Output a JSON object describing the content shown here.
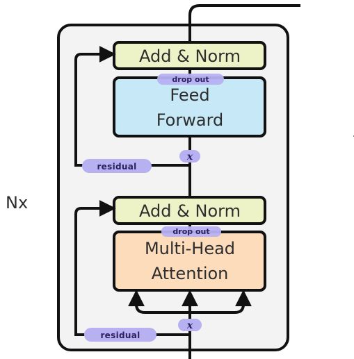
{
  "repeat_label": "Nx",
  "blocks": {
    "add_norm_top": "Add & Norm",
    "feed_forward": [
      "Feed",
      "Forward"
    ],
    "add_norm_bottom": "Add & Norm",
    "multi_head_attention": [
      "Multi-Head",
      "Attention"
    ]
  },
  "annotations": {
    "dropout_top": "drop out",
    "dropout_bottom": "drop out",
    "residual_top": "residual",
    "residual_bottom": "residual",
    "x_top": "x",
    "x_bottom": "x"
  },
  "colors": {
    "add_norm_fill": "#eef3c7",
    "feed_forward_fill": "#c7e9f7",
    "attention_fill": "#fcdcbb",
    "container_fill": "#f3f3f3",
    "highlight": "#b7b1f2"
  }
}
